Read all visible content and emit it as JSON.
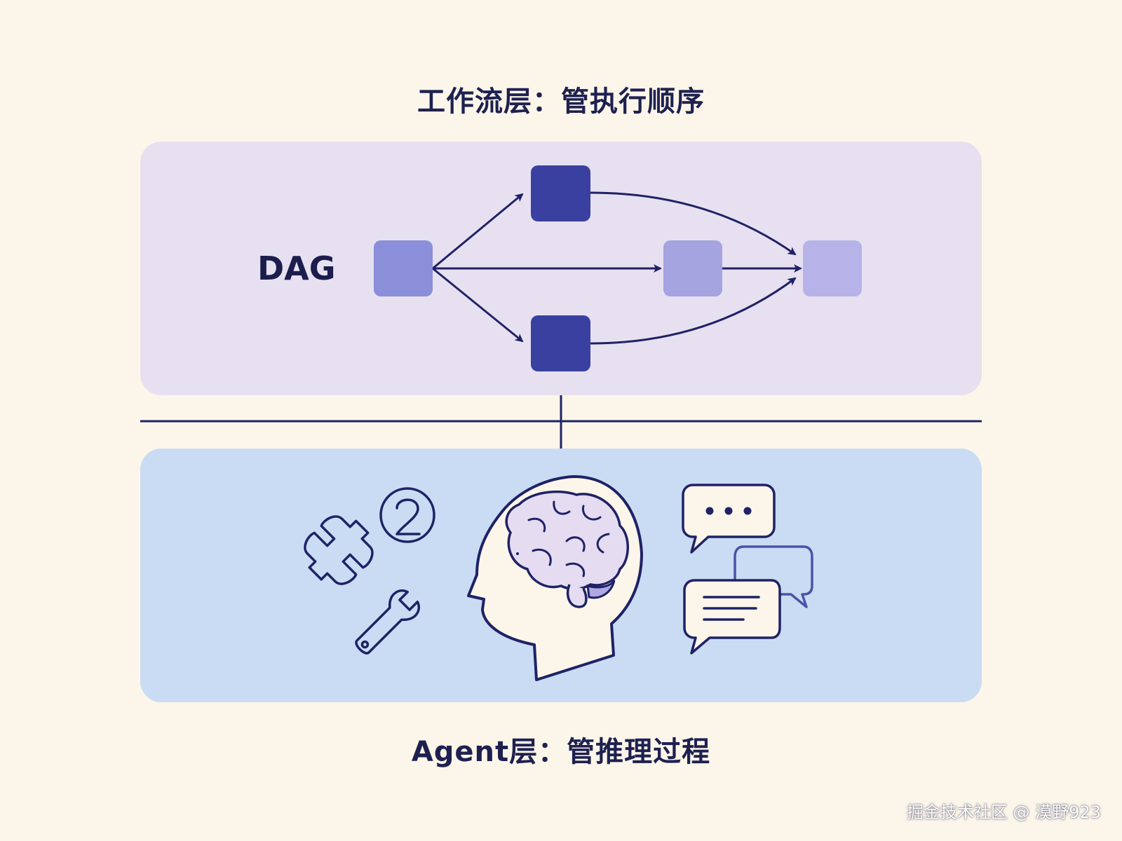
{
  "workflow_layer": {
    "title": "工作流层：管执行顺序",
    "dag_label": "DAG"
  },
  "agent_layer": {
    "title": "Agent层：管推理过程"
  },
  "watermark": "掘金技术社区 @ 漠野923",
  "colors": {
    "background": "#fbf6e9",
    "workflow_panel": "#e7e0f0",
    "agent_panel": "#c9dcf3",
    "line": "#1f2266",
    "node_dark": "#3a40a0",
    "node_mid": "#8b8ed8",
    "node_light": "#a5a3e0",
    "node_lighter": "#b7b2e8"
  },
  "icons": [
    "wrench-icon",
    "wrench-icon",
    "number-two-icon",
    "brain-head-icon",
    "typing-chat-bubble-icon",
    "chat-bubbles-icon"
  ]
}
